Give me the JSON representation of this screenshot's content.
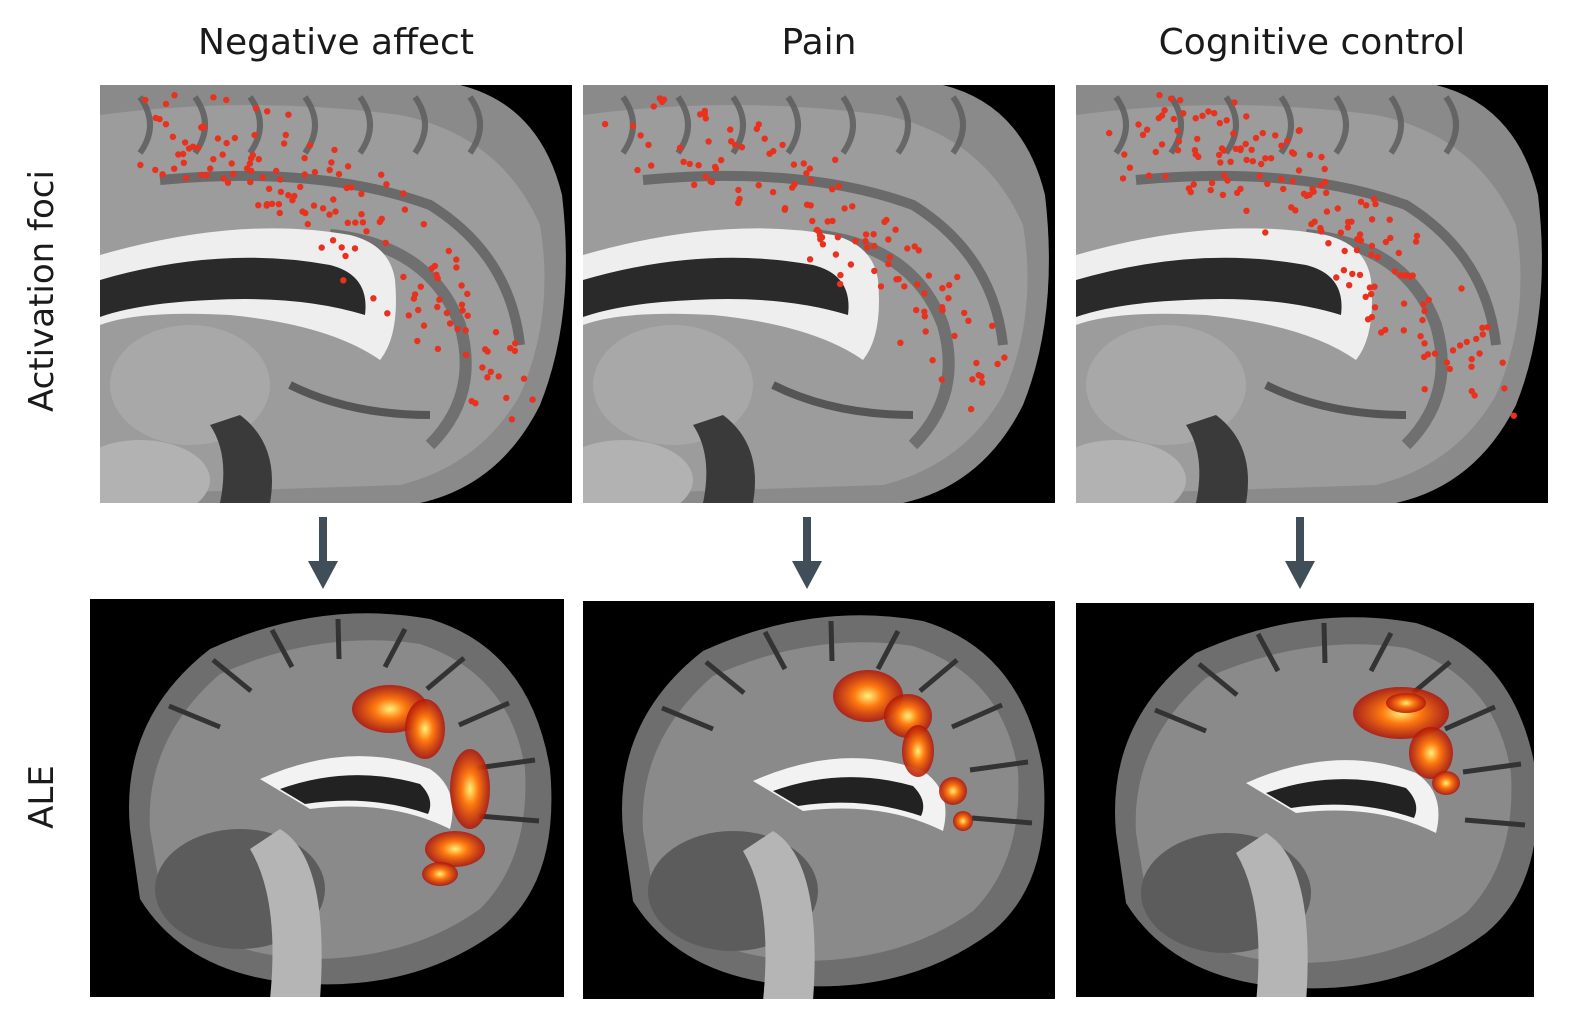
{
  "column_titles": [
    "Negative affect",
    "Pain",
    "Cognitive control"
  ],
  "row_labels": {
    "top": "Activation foci",
    "bottom": "ALE"
  },
  "colors": {
    "focus_dot": "#e8321e",
    "arrow": "#3f4e58",
    "heat_hot": "#fff27a",
    "heat_mid": "#ff7a10",
    "heat_low": "#b01408"
  },
  "panels": {
    "foci": [
      "foci-negative-affect",
      "foci-pain",
      "foci-cognitive-control"
    ],
    "ale": [
      "ale-negative-affect",
      "ale-pain",
      "ale-cognitive-control"
    ]
  }
}
